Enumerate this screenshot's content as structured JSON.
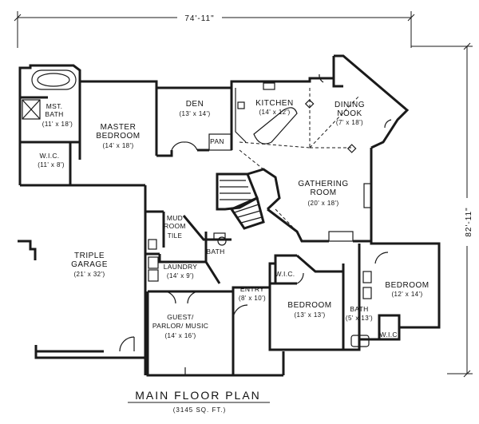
{
  "plan": {
    "title": "MAIN FLOOR PLAN",
    "subtitle": "(3145 SQ. FT.)",
    "width_dimension": "74'-11\"",
    "depth_dimension": "82'-11\""
  },
  "rooms": {
    "mst_bath": {
      "name_line1": "MST.",
      "name_line2": "BATH",
      "size": "(11' x 18')"
    },
    "wic_master": {
      "name": "W.I.C.",
      "size": "(11' x 8')"
    },
    "master_bedroom": {
      "name_line1": "MASTER",
      "name_line2": "BEDROOM",
      "size": "(14' x 18')"
    },
    "den": {
      "name": "DEN",
      "size": "(13' x 14')"
    },
    "kitchen": {
      "name": "KITCHEN",
      "size": "(14' x 12')"
    },
    "dining_nook": {
      "name_line1": "DINING",
      "name_line2": "NOOK",
      "size": "(7' x 18')"
    },
    "pan": {
      "name": "PAN"
    },
    "gathering_room": {
      "name_line1": "GATHERING",
      "name_line2": "ROOM",
      "size": "(20' x 18')"
    },
    "mud_room": {
      "name_line1": "MUD",
      "name_line2": "ROOM",
      "floor": "TILE"
    },
    "bath_mud": {
      "name": "BATH"
    },
    "triple_garage": {
      "name_line1": "TRIPLE",
      "name_line2": "GARAGE",
      "size": "(21' x 32')"
    },
    "laundry": {
      "name": "LAUNDRY",
      "size": "(14' x 9')"
    },
    "entry": {
      "name": "ENTRY",
      "size": "(8' x 10')"
    },
    "guest": {
      "name_line1": "GUEST/",
      "name_line2": "PARLOR/ MUSIC",
      "size": "(14' x 16')"
    },
    "wic_bed": {
      "name": "W.I.C."
    },
    "bedroom_center": {
      "name": "BEDROOM",
      "size": "(13' x 13')"
    },
    "bath_bed": {
      "name": "BATH",
      "size": "(5' x 13')"
    },
    "bedroom_right": {
      "name": "BEDROOM",
      "size": "(12' x 14')"
    },
    "wic_right": {
      "name": "W.I.C."
    }
  }
}
